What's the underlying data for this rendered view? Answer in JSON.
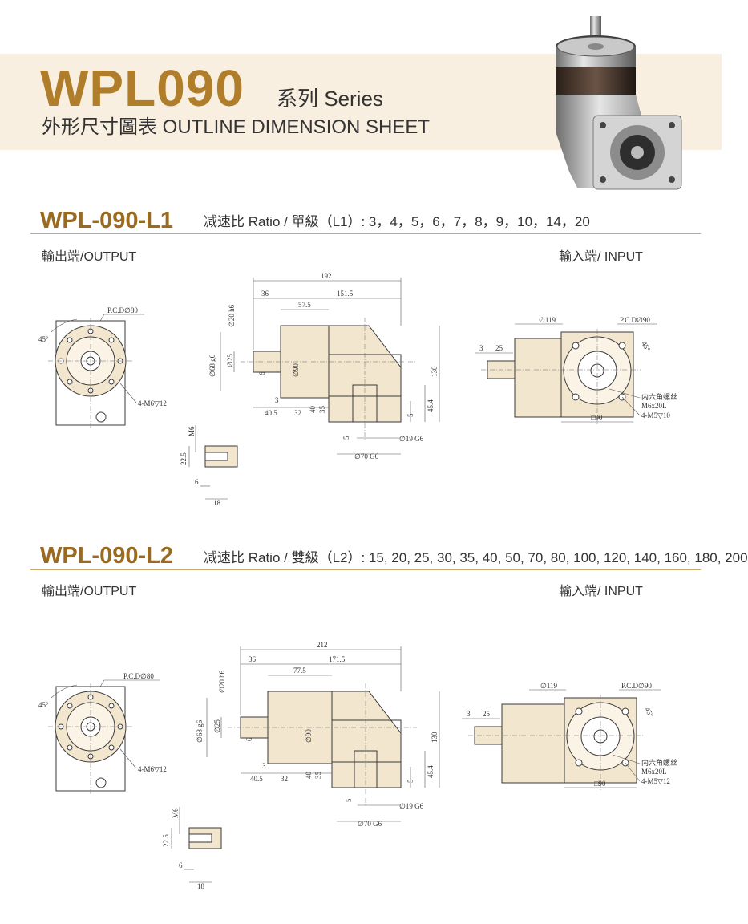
{
  "header": {
    "model": "WPL090",
    "series": "系列 Series",
    "subtitle": "外形尺寸圖表 OUTLINE DIMENSION SHEET"
  },
  "colors": {
    "accent": "#b07d2a",
    "band": "#f9efe0",
    "rule": "#c9a86a"
  },
  "sections": [
    {
      "title": "WPL-090-L1",
      "ratio": "减速比 Ratio / 單級（L1）: 3，4，5，6，7，8，9，10，14，20",
      "output_label": "輸出端/OUTPUT",
      "input_label": "輸入端/ INPUT",
      "dims": {
        "total": "192",
        "d36": "36",
        "d151": "151.5",
        "d57": "57.5",
        "phi20": "∅20 h6",
        "phi68": "∅68 g6",
        "phi25": "∅25",
        "d6": "6",
        "phi90": "∅90",
        "h130": "130",
        "d3": "3",
        "d405": "40.5",
        "d32": "32",
        "d40": "40",
        "d35": "35",
        "d5": "5",
        "d454": "45.4",
        "d5b": "5",
        "phi19": "∅19 G6",
        "phi70": "∅70 G6",
        "pcd80": "P.C.D∅80",
        "m6": "4-M6▽12",
        "ang45": "45°",
        "m6tap": "M6",
        "d225": "22.5",
        "t6": "6",
        "t18": "18",
        "phi119": "∅119",
        "pcd90": "P.C.D∅90",
        "in3": "3",
        "in25": "25",
        "ang45b": "45°",
        "hex1": "内六角螺丝",
        "hex2": "M6x20L",
        "sq90": "□90",
        "m5": "4-M5▽10"
      }
    },
    {
      "title": "WPL-090-L2",
      "ratio": "减速比 Ratio / 雙級（L2）: 15, 20, 25, 30, 35, 40, 50, 70, 80, 100, 120, 140, 160, 180, 200",
      "output_label": "輸出端/OUTPUT",
      "input_label": "輸入端/ INPUT",
      "dims": {
        "total": "212",
        "d36": "36",
        "d151": "171.5",
        "d57": "77.5",
        "phi20": "∅20 h6",
        "phi68": "∅68 g6",
        "phi25": "∅25",
        "d6": "6",
        "phi90": "∅90",
        "h130": "130",
        "d3": "3",
        "d405": "40.5",
        "d32": "32",
        "d40": "40",
        "d35": "35",
        "d5": "5",
        "d454": "45.4",
        "d5b": "5",
        "phi19": "∅19 G6",
        "phi70": "∅70 G6",
        "pcd80": "P.C.D∅80",
        "m6": "4-M6▽12",
        "ang45": "45°",
        "m6tap": "M6",
        "d225": "22.5",
        "t6": "6",
        "t18": "18",
        "phi119": "∅119",
        "pcd90": "P.C.D∅90",
        "in3": "3",
        "in25": "25",
        "ang45b": "45°",
        "hex1": "内六角螺丝",
        "hex2": "M6x20L",
        "sq90": "□90",
        "m5": "4-M5▽12"
      }
    }
  ]
}
